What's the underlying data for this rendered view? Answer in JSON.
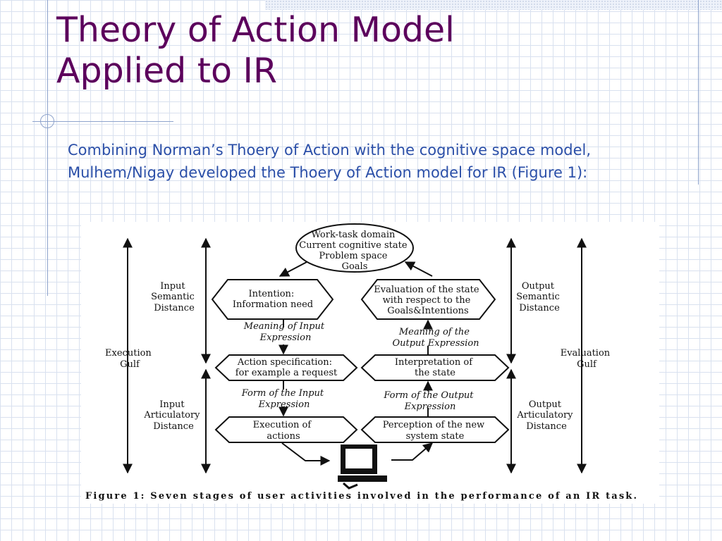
{
  "slide": {
    "title_line1": "Theory of Action Model",
    "title_line2": "Applied to IR",
    "body": "Combining Norman’s Thoery of Action with the cognitive space model, Mulhem/Nigay developed the Thoery of Action model for IR (Figure 1):"
  },
  "figure": {
    "goal_ellipse": [
      "Work-task domain",
      "Current cognitive state",
      "Problem space",
      "Goals"
    ],
    "intention": [
      "Intention:",
      "Information need"
    ],
    "evaluation": [
      "Evaluation of the state",
      "with respect to the",
      "Goals&Intentions"
    ],
    "meaning_input": [
      "Meaning of Input",
      "Expression"
    ],
    "meaning_output": [
      "Meaning of the",
      "Output Expression"
    ],
    "action_spec": [
      "Action specification:",
      "for example a request"
    ],
    "interpretation": [
      "Interpretation of",
      "the state"
    ],
    "form_input": [
      "Form of the Input",
      "Expression"
    ],
    "form_output": [
      "Form of the Output",
      "Expression"
    ],
    "execution": [
      "Execution of",
      "actions"
    ],
    "perception": [
      "Perception of the new",
      "system state"
    ],
    "input_semantic": [
      "Input",
      "Semantic",
      "Distance"
    ],
    "output_semantic": [
      "Output",
      "Semantic",
      "Distance"
    ],
    "execution_gulf": [
      "Execution",
      "Gulf"
    ],
    "evaluation_gulf": [
      "Evaluation",
      "Gulf"
    ],
    "input_articulatory": [
      "Input",
      "Articulatory",
      "Distance"
    ],
    "output_articulatory": [
      "Output",
      "Articulatory",
      "Distance"
    ],
    "caption": "Figure 1: Seven stages of user activities involved in the performance of an IR task."
  }
}
